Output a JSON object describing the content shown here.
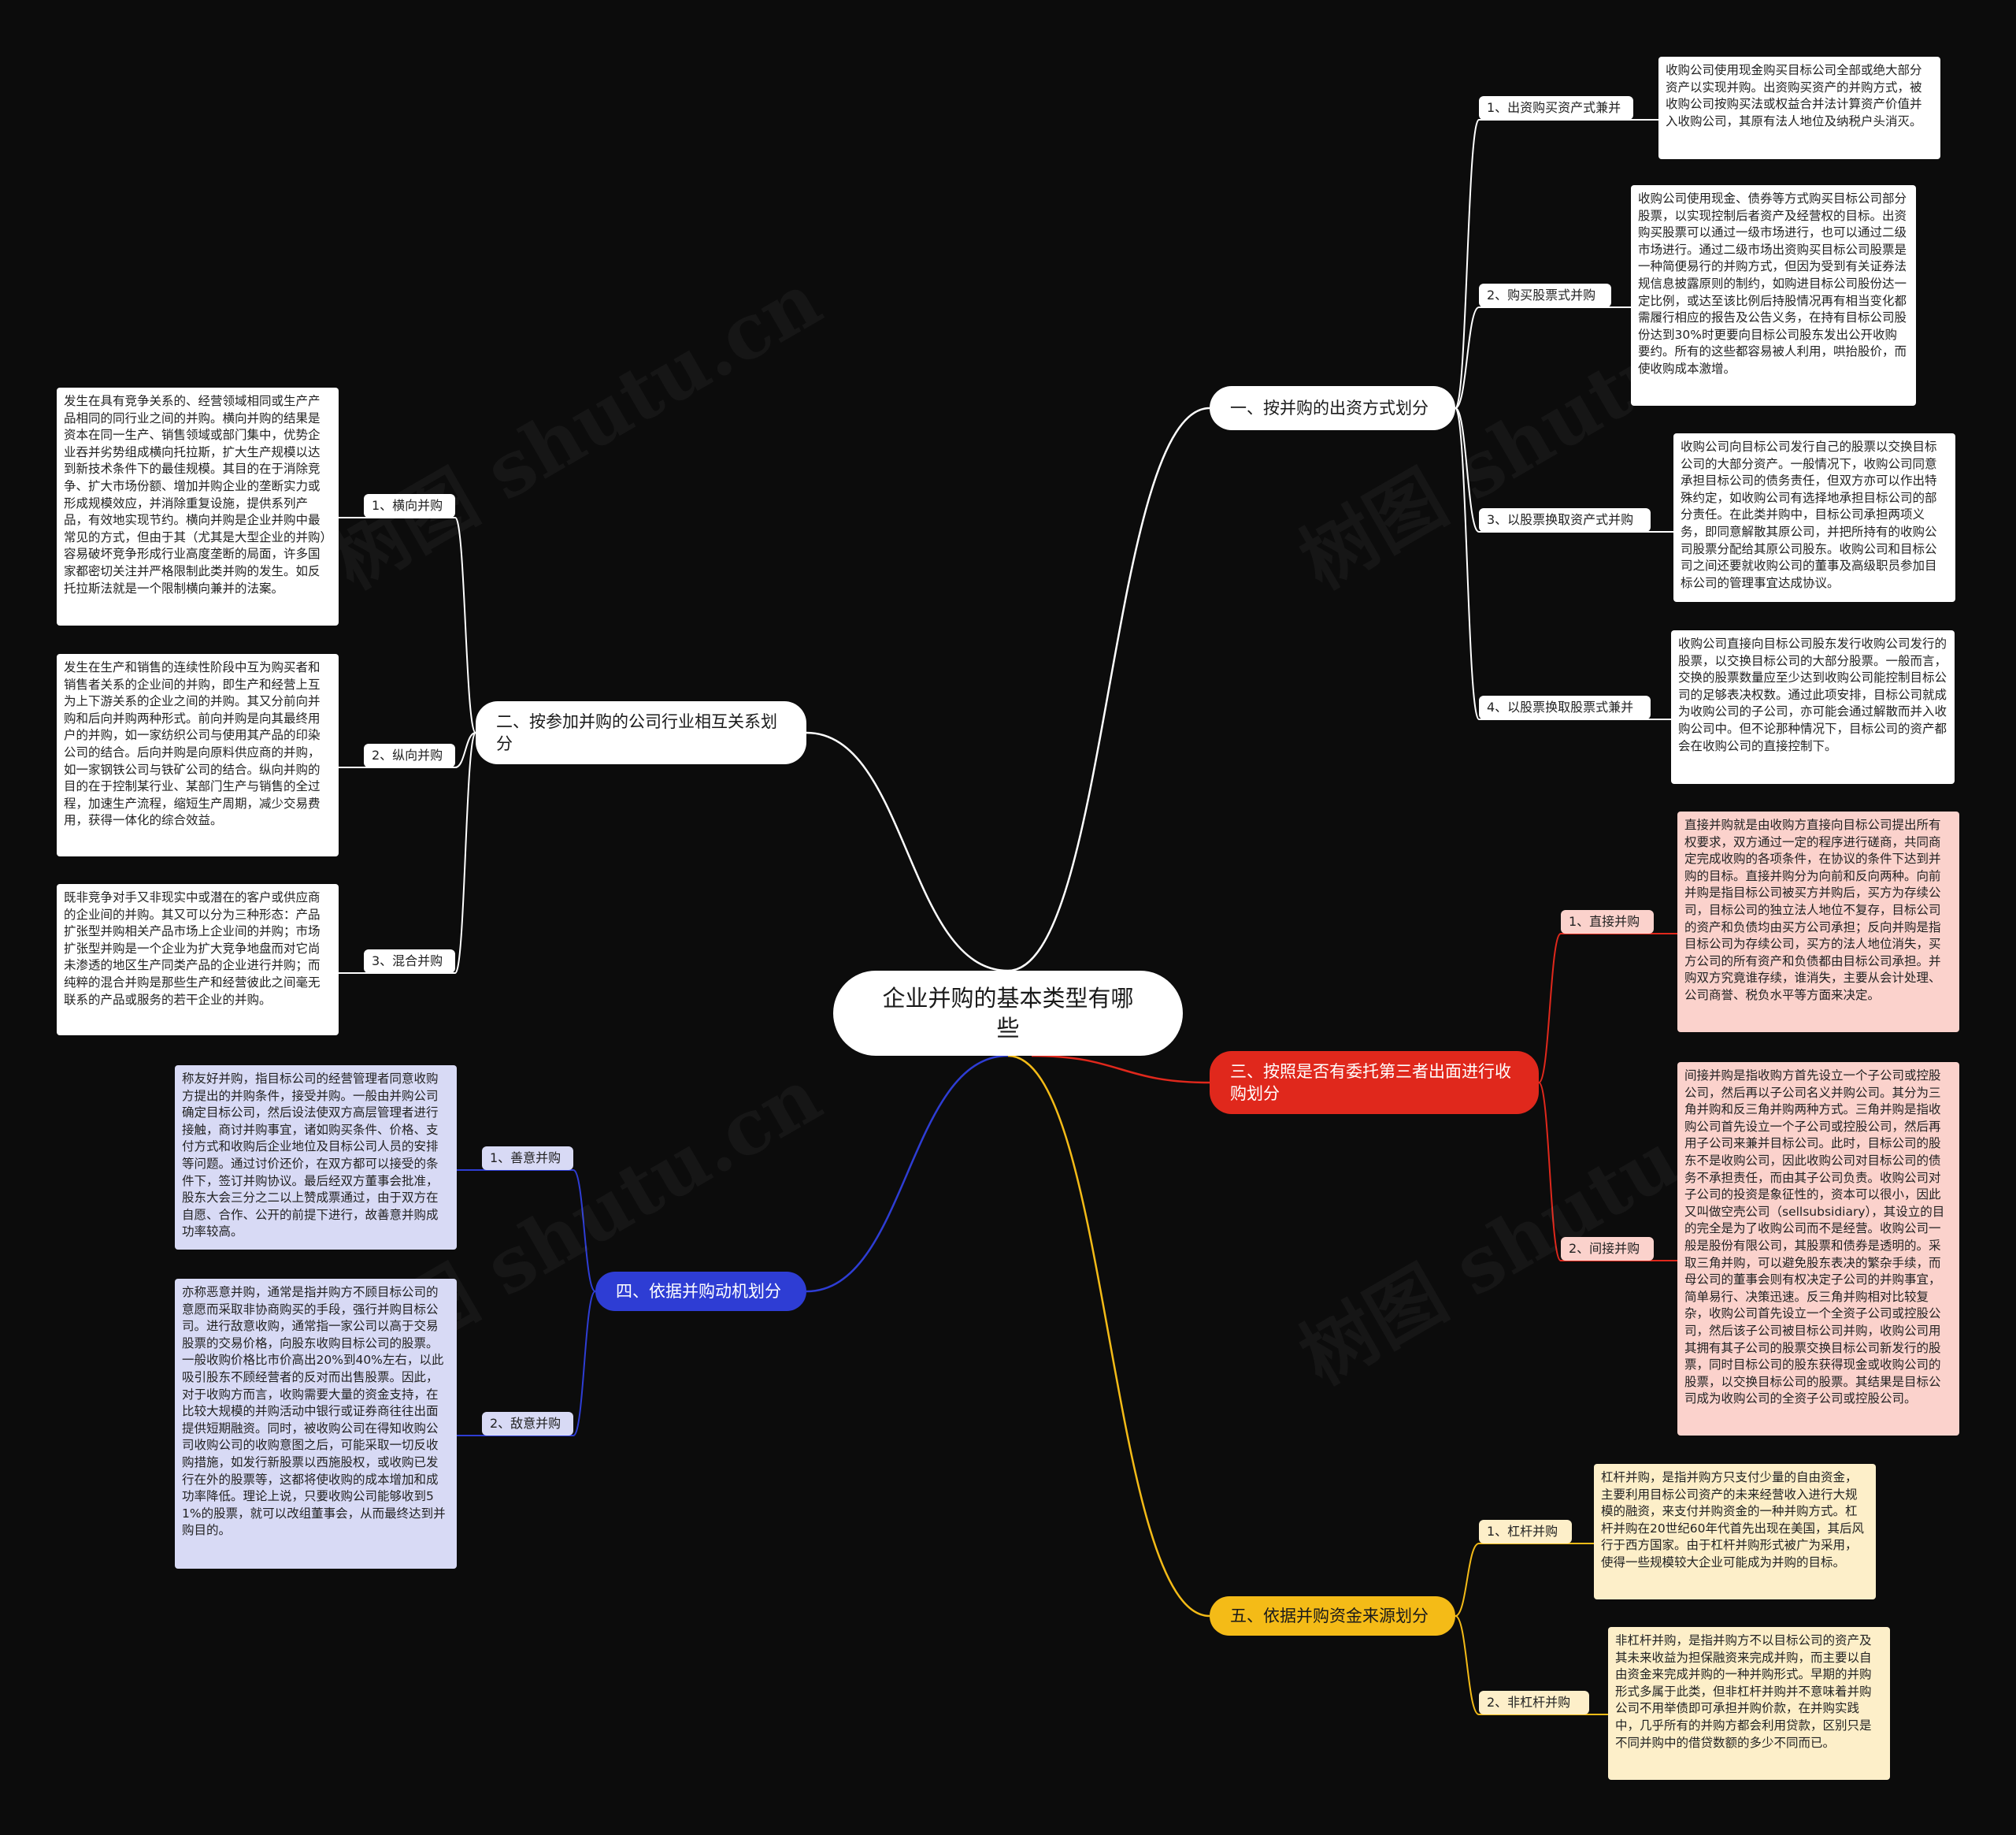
{
  "root": {
    "title": "企业并购的基本类型有哪些"
  },
  "watermark": "树图 shutu.cn",
  "colors": {
    "background": "#0c0c0c",
    "white": "#ffffff",
    "red": "#e0281c",
    "blue": "#2e3dd4",
    "yellow": "#f4bb17",
    "pink": "#fbd2cc",
    "lavender": "#d8daf5",
    "cream": "#fdefc9"
  },
  "branches": [
    {
      "label": "一、按并购的出资方式划分",
      "children": [
        {
          "label": "1、出资购买资产式兼并",
          "text": "收购公司使用现金购买目标公司全部或绝大部分资产以实现并购。出资购买资产的并购方式，被收购公司按购买法或权益合并法计算资产价值并入收购公司，其原有法人地位及纳税户头消灭。"
        },
        {
          "label": "2、购买股票式并购",
          "text": "收购公司使用现金、债券等方式购买目标公司部分股票，以实现控制后者资产及经营权的目标。出资购买股票可以通过一级市场进行，也可以通过二级市场进行。通过二级市场出资购买目标公司股票是一种简便易行的并购方式，但因为受到有关证券法规信息披露原则的制约，如购进目标公司股份达一定比例，或达至该比例后持股情况再有相当变化都需履行相应的报告及公告义务，在持有目标公司股份达到30%时更要向目标公司股东发出公开收购要约。所有的这些都容易被人利用，哄抬股价，而使收购成本激增。"
        },
        {
          "label": "3、以股票换取资产式并购",
          "text": "收购公司向目标公司发行自己的股票以交换目标公司的大部分资产。一般情况下，收购公司同意承担目标公司的债务责任，但双方亦可以作出特殊约定，如收购公司有选择地承担目标公司的部分责任。在此类并购中，目标公司承担两项义务，即同意解散其原公司，并把所持有的收购公司股票分配给其原公司股东。收购公司和目标公司之间还要就收购公司的董事及高级职员参加目标公司的管理事宜达成协议。"
        },
        {
          "label": "4、以股票换取股票式兼并",
          "text": "收购公司直接向目标公司股东发行收购公司发行的股票，以交换目标公司的大部分股票。一般而言，交换的股票数量应至少达到收购公司能控制目标公司的足够表决权数。通过此项安排，目标公司就成为收购公司的子公司，亦可能会通过解散而并入收购公司中。但不论那种情况下，目标公司的资产都会在收购公司的直接控制下。"
        }
      ]
    },
    {
      "label": "二、按参加并购的公司行业相互关系划分",
      "children": [
        {
          "label": "1、横向并购",
          "text": "发生在具有竞争关系的、经营领域相同或生产产品相同的同行业之间的并购。横向并购的结果是资本在同一生产、销售领域或部门集中，优势企业吞并劣势组成横向托拉斯，扩大生产规模以达到新技术条件下的最佳规模。其目的在于消除竞争、扩大市场份额、增加并购企业的垄断实力或形成规模效应，并消除重复设施，提供系列产品，有效地实现节约。横向并购是企业并购中最常见的方式，但由于其（尤其是大型企业的并购）容易破坏竞争形成行业高度垄断的局面，许多国家都密切关注并严格限制此类并购的发生。如反托拉斯法就是一个限制横向兼并的法案。"
        },
        {
          "label": "2、纵向并购",
          "text": "发生在生产和销售的连续性阶段中互为购买者和销售者关系的企业间的并购，即生产和经营上互为上下游关系的企业之间的并购。其又分前向并购和后向并购两种形式。前向并购是向其最终用户的并购，如一家纺织公司与使用其产品的印染公司的结合。后向并购是向原料供应商的并购，如一家钢铁公司与铁矿公司的结合。纵向并购的目的在于控制某行业、某部门生产与销售的全过程，加速生产流程，缩短生产周期，减少交易费用，获得一体化的综合效益。"
        },
        {
          "label": "3、混合并购",
          "text": "既非竞争对手又非现实中或潜在的客户或供应商的企业间的并购。其又可以分为三种形态：产品扩张型并购相关产品市场上企业间的并购；市场扩张型并购是一个企业为扩大竞争地盘而对它尚未渗透的地区生产同类产品的企业进行并购；而纯粹的混合并购是那些生产和经营彼此之间毫无联系的产品或服务的若干企业的并购。"
        }
      ]
    },
    {
      "label": "三、按照是否有委托第三者出面进行收购划分",
      "children": [
        {
          "label": "1、直接并购",
          "text": "直接并购就是由收购方直接向目标公司提出所有权要求，双方通过一定的程序进行磋商，共同商定完成收购的各项条件，在协议的条件下达到并购的目标。直接并购分为向前和反向两种。向前并购是指目标公司被买方并购后，买方为存续公司，目标公司的独立法人地位不复存，目标公司的资产和负债均由买方公司承担；反向并购是指目标公司为存续公司，买方的法人地位消失，买方公司的所有资产和负债都由目标公司承担。并购双方究竟谁存续，谁消失，主要从会计处理、公司商誉、税负水平等方面来决定。"
        },
        {
          "label": "2、间接并购",
          "text": "间接并购是指收购方首先设立一个子公司或控股公司，然后再以子公司名义并购公司。其分为三角并购和反三角并购两种方式。三角并购是指收购公司首先设立一个子公司或控股公司，然后再用子公司来兼并目标公司。此时，目标公司的股东不是收购公司，因此收购公司对目标公司的债务不承担责任，而由其子公司负责。收购公司对子公司的投资是象征性的，资本可以很小，因此又叫做空壳公司（sellsubsidiary），其设立的目的完全是为了收购公司而不是经营。收购公司一般是股份有限公司，其股票和债券是透明的。采取三角并购，可以避免股东表决的繁杂手续，而母公司的董事会则有权决定子公司的并购事宜，简单易行、决策迅速。反三角并购相对比较复杂，收购公司首先设立一个全资子公司或控股公司，然后该子公司被目标公司并购，收购公司用其拥有其子公司的股票交换目标公司新发行的股票，同时目标公司的股东获得现金或收购公司的股票，以交换目标公司的股票。其结果是目标公司成为收购公司的全资子公司或控股公司。"
        }
      ]
    },
    {
      "label": "四、依据并购动机划分",
      "children": [
        {
          "label": "1、善意并购",
          "text": "称友好并购，指目标公司的经营管理者同意收购方提出的并购条件，接受并购。一般由并购公司确定目标公司，然后设法使双方高层管理者进行接触，商讨并购事宜，诸如购买条件、价格、支付方式和收购后企业地位及目标公司人员的安排等问题。通过讨价还价，在双方都可以接受的条件下，签订并购协议。最后经双方董事会批准，股东大会三分之二以上赞成票通过，由于双方在自愿、合作、公开的前提下进行，故善意并购成功率较高。"
        },
        {
          "label": "2、敌意并购",
          "text": "亦称恶意并购，通常是指并购方不顾目标公司的意愿而采取非协商购买的手段，强行并购目标公司。进行敌意收购，通常指一家公司以高于交易股票的交易价格，向股东收购目标公司的股票。一般收购价格比市价高出20%到40%左右，以此吸引股东不顾经营者的反对而出售股票。因此，对于收购方而言，收购需要大量的资金支持，在比较大规模的并购活动中银行或证券商往往出面提供短期融资。同时，被收购公司在得知收购公司收购公司的收购意图之后，可能采取一切反收购措施，如发行新股票以西施股权，或收购已发行在外的股票等，这都将使收购的成本增加和成功率降低。理论上说，只要收购公司能够收到51%的股票，就可以改组董事会，从而最终达到并购目的。"
        }
      ]
    },
    {
      "label": "五、依据并购资金来源划分",
      "children": [
        {
          "label": "1、杠杆并购",
          "text": "杠杆并购，是指并购方只支付少量的自由资金，主要利用目标公司资产的未来经营收入进行大规模的融资，来支付并购资金的一种并购方式。杠杆并购在20世纪60年代首先出现在美国，其后风行于西方国家。由于杠杆并购形式被广为采用，使得一些规模较大企业可能成为并购的目标。"
        },
        {
          "label": "2、非杠杆并购",
          "text": "非杠杆并购，是指并购方不以目标公司的资产及其未来收益为担保融资来完成并购，而主要以自由资金来完成并购的一种并购形式。早期的并购形式多属于此类，但非杠杆并购并不意味着并购公司不用举债即可承担并购价款，在并购实践中，几乎所有的并购方都会利用贷款，区别只是不同并购中的借贷数额的多少不同而已。"
        }
      ]
    }
  ]
}
